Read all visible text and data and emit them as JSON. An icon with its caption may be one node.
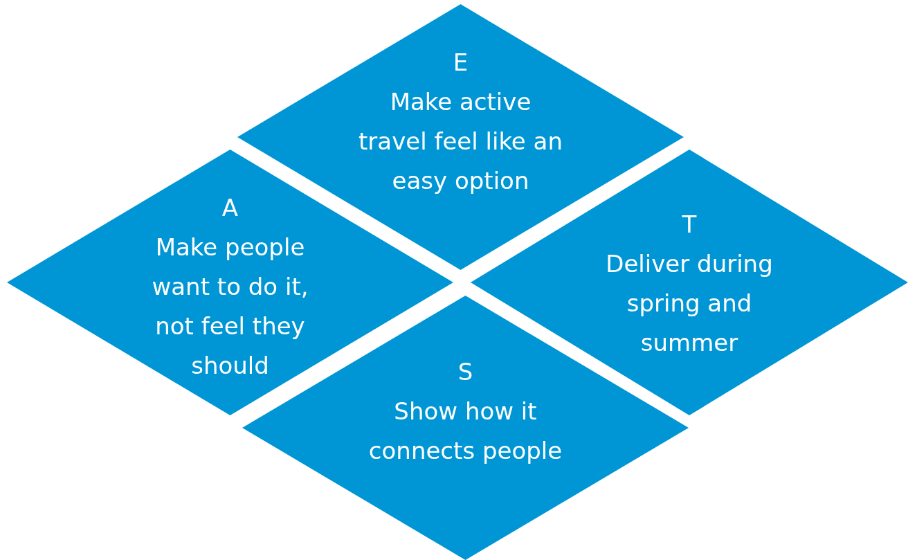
{
  "diagram": {
    "nodes": [
      {
        "text": [
          "E",
          "Make active travel feel like an easy option"
        ]
      },
      {
        "text": [
          "A",
          "Make people want to do it, not feel they should"
        ]
      },
      {
        "text": [
          "T",
          "Deliver during spring and summer"
        ]
      },
      {
        "text": [
          "S",
          "Show how it connects people"
        ]
      }
    ]
  }
}
